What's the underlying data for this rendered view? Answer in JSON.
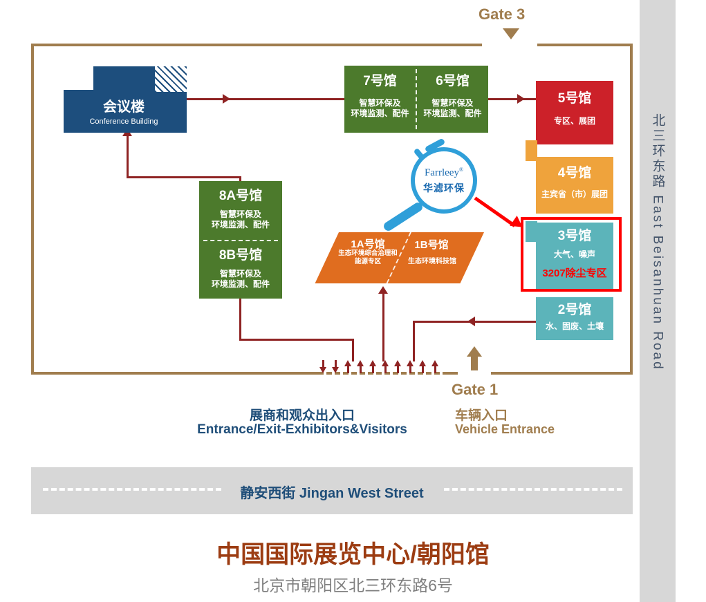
{
  "map": {
    "gate3_label": "Gate 3",
    "gate1_label": "Gate 1",
    "vehicle_entrance_cn": "车辆入口",
    "vehicle_entrance_en": "Vehicle Entrance",
    "visitor_entrance_cn": "展商和观众出入口",
    "visitor_entrance_en": "Entrance/Exit-Exhibitors&Visitors",
    "east_road": "北三环东路 East Beisanhuan Road",
    "west_street": "静安西街 Jingan West Street"
  },
  "halls": {
    "conference": {
      "name": "会议楼",
      "subtitle": "Conference Building"
    },
    "hall7": {
      "name": "7号馆",
      "desc_line1": "智慧环保及",
      "desc_line2": "环境监测、配件"
    },
    "hall6": {
      "name": "6号馆",
      "desc_line1": "智慧环保及",
      "desc_line2": "环境监测、配件"
    },
    "hall5": {
      "name": "5号馆",
      "desc": "专区、展团"
    },
    "hall4": {
      "name": "4号馆",
      "desc": "主宾省（市）展团"
    },
    "hall3": {
      "name": "3号馆",
      "desc": "大气、噪声",
      "highlight": "3207除尘专区"
    },
    "hall2": {
      "name": "2号馆",
      "desc": "水、固废、土壤"
    },
    "hall8a": {
      "name": "8A号馆",
      "desc_line1": "智慧环保及",
      "desc_line2": "环境监测、配件"
    },
    "hall8b": {
      "name": "8B号馆",
      "desc_line1": "智慧环保及",
      "desc_line2": "环境监测、配件"
    },
    "hall1a": {
      "name": "1A号馆",
      "desc_line1": "生态环境综合治理和",
      "desc_line2": "能源专区"
    },
    "hall1b": {
      "name": "1B号馆",
      "desc": "生态环境科技馆"
    }
  },
  "logo": {
    "brand": "Farrleey",
    "registered": "®",
    "name_cn": "华滤环保"
  },
  "footer": {
    "venue_name": "中国国际展览中心/朝阳馆",
    "venue_address": "北京市朝阳区北三环东路6号"
  },
  "colors": {
    "map_border": "#a07d4e",
    "hall_green": "#4c7a2c",
    "hall_red": "#cc2129",
    "hall_amber": "#efa33c",
    "hall_teal": "#5cb4ba",
    "hall_orange": "#e06d1f",
    "conference_navy": "#1d4e7d",
    "flow_arrow": "#8f2323",
    "highlight_red": "#ff0000",
    "logo_blue": "#2f9fd9",
    "text_blue": "#1f4e79",
    "road_gray": "#d7d7d7"
  }
}
